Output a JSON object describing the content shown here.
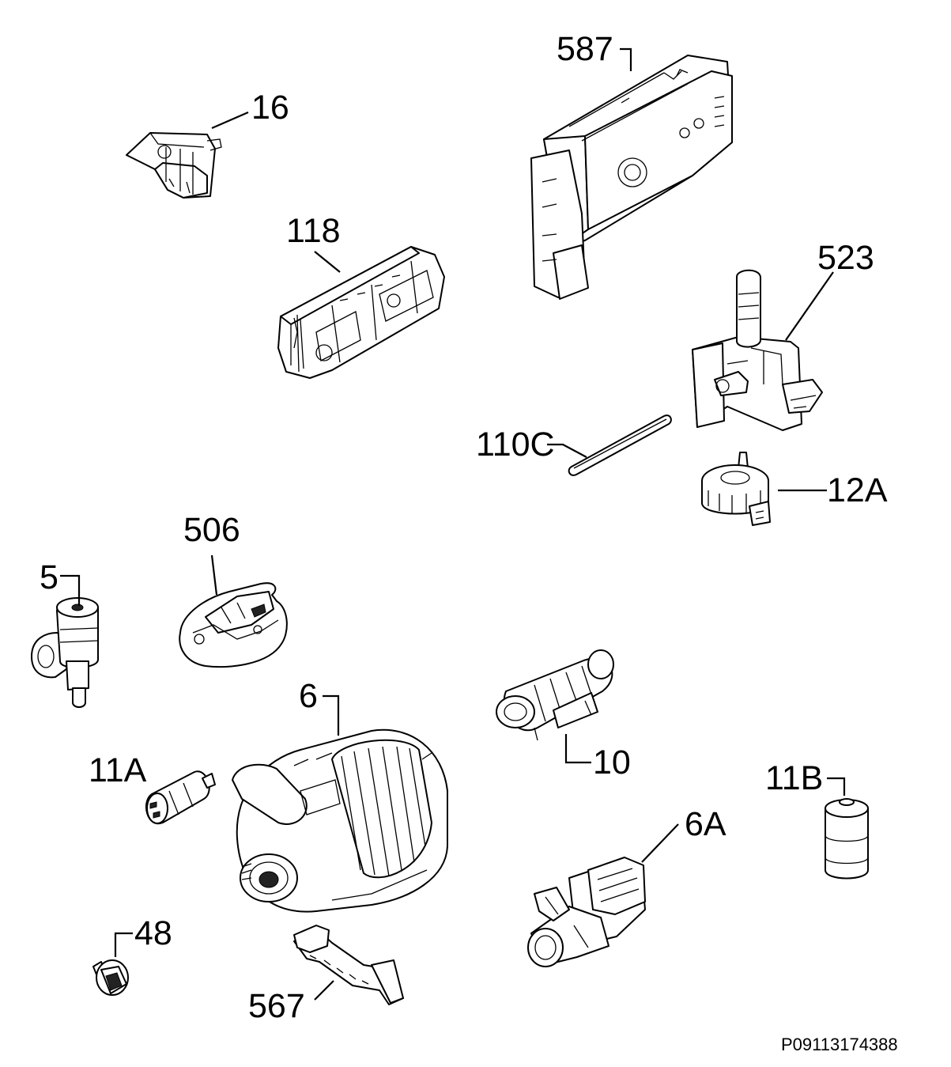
{
  "diagram": {
    "code": "P09113174388",
    "parts": [
      {
        "id": "p16",
        "label": "16"
      },
      {
        "id": "p118",
        "label": "118"
      },
      {
        "id": "p587",
        "label": "587"
      },
      {
        "id": "p523",
        "label": "523"
      },
      {
        "id": "p110c",
        "label": "110C"
      },
      {
        "id": "p12a",
        "label": "12A"
      },
      {
        "id": "p506",
        "label": "506"
      },
      {
        "id": "p5",
        "label": "5"
      },
      {
        "id": "p6",
        "label": "6"
      },
      {
        "id": "p10",
        "label": "10"
      },
      {
        "id": "p11a",
        "label": "11A"
      },
      {
        "id": "p11b",
        "label": "11B"
      },
      {
        "id": "p6a",
        "label": "6A"
      },
      {
        "id": "p48",
        "label": "48"
      },
      {
        "id": "p567",
        "label": "567"
      }
    ]
  }
}
